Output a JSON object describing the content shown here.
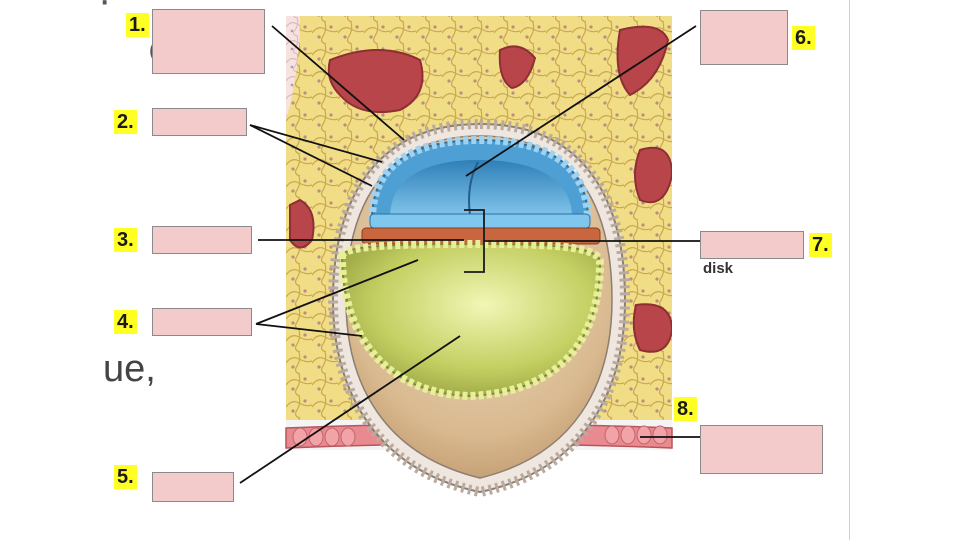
{
  "diagram": {
    "labels": [
      {
        "number": "1.",
        "answer": ""
      },
      {
        "number": "2.",
        "answer": ""
      },
      {
        "number": "3.",
        "answer": ""
      },
      {
        "number": "4.",
        "answer": ""
      },
      {
        "number": "5.",
        "answer": ""
      },
      {
        "number": "6.",
        "answer": ""
      },
      {
        "number": "7.",
        "answer": ""
      },
      {
        "number": "8.",
        "answer": ""
      }
    ],
    "disk_caption": "disk"
  },
  "background_text": {
    "top_fragment": "·",
    "mid_fragment": "ue,",
    "small_fragment": "("
  },
  "colors": {
    "highlight": "#ffff24",
    "answer_box": "#f3cbcb",
    "amnion": "#5aa6d6",
    "yolk_sac": "#c7d46a",
    "endometrium": "#e9cf6a",
    "epithelium": "#e7838a",
    "vessels": "#b8454a"
  }
}
